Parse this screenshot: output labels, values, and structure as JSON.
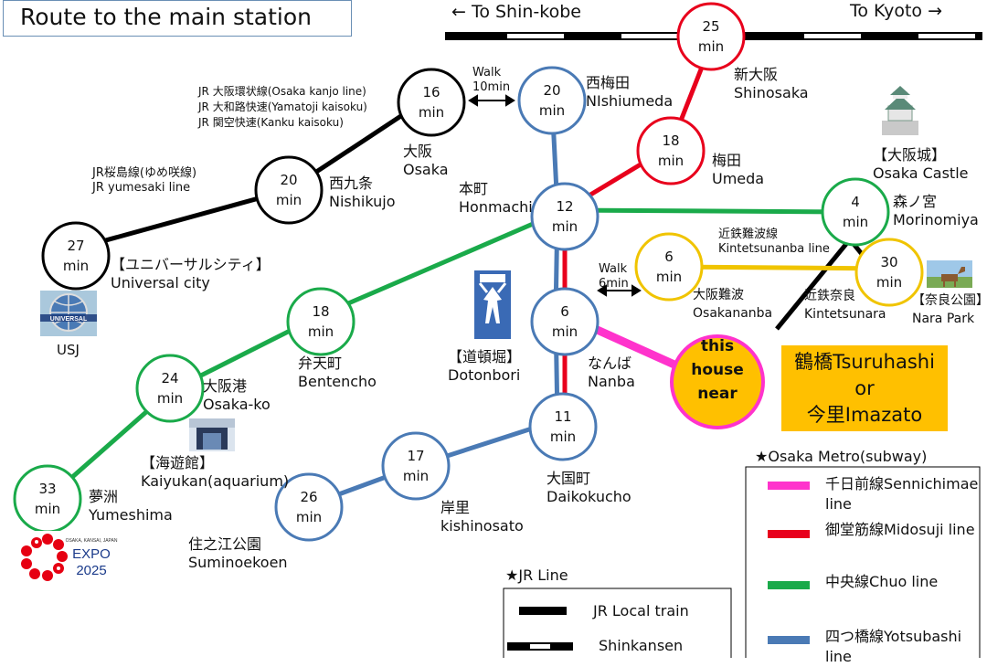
{
  "title": "Route to the main station",
  "shinkansen": {
    "left": "← To Shin-kobe",
    "right": "To Kyoto →"
  },
  "stations": {
    "shinosaka": {
      "mins": "25\nmin",
      "ja": "新大阪",
      "en": "Shinosaka"
    },
    "nishiumeda": {
      "mins": "20\nmin",
      "ja": "西梅田",
      "en": "NIshiumeda"
    },
    "osaka": {
      "mins": "16\nmin",
      "ja": "大阪",
      "en": "Osaka"
    },
    "umeda": {
      "mins": "18\nmin",
      "ja": "梅田",
      "en": "Umeda"
    },
    "nishikujo": {
      "mins": "20\nmin",
      "ja": "西九条",
      "en": "Nishikujo"
    },
    "universal": {
      "mins": "27\nmin",
      "ja": "【ユニバーサルシティ】",
      "en": "Universal city",
      "extra": "USJ"
    },
    "honmachi": {
      "mins": "12\nmin",
      "ja": "本町",
      "en": "Honmachi"
    },
    "morinomiya": {
      "mins": "4\nmin",
      "ja": "森ノ宮",
      "en": "Morinomiya"
    },
    "osakanamba": {
      "mins": "6\nmin",
      "ja": "大阪難波",
      "en": "Osakananba"
    },
    "kintetsunara": {
      "mins": "30\nmin",
      "ja": "近鉄奈良",
      "en": "Kintetsunara"
    },
    "nanba": {
      "mins": "6\nmin",
      "ja": "なんば",
      "en": "Nanba"
    },
    "bentencho": {
      "mins": "18\nmin",
      "ja": "弁天町",
      "en": "Bentencho"
    },
    "osakako": {
      "mins": "24\nmin",
      "ja": "大阪港",
      "en": "Osaka-ko"
    },
    "yumeshima": {
      "mins": "33\nmin",
      "ja": "夢洲",
      "en": "Yumeshima"
    },
    "daikokucho": {
      "mins": "11\nmin",
      "ja": "大国町",
      "en": "Daikokucho"
    },
    "kishinosato": {
      "mins": "17\nmin",
      "ja": "岸里",
      "en": "kishinosato"
    },
    "suminoekoen": {
      "mins": "26\nmin",
      "ja": "住之江公園",
      "en": "Suminoekoen"
    }
  },
  "places": {
    "castle": {
      "ja": "【大阪城】",
      "en": "Osaka Castle"
    },
    "nara": {
      "ja": "【奈良公園】",
      "en": "Nara Park"
    },
    "dotonbori": {
      "ja": "【道頓堀】",
      "en": "Dotonbori"
    },
    "kaiyukan": {
      "ja": "【海遊館】",
      "en": "Kaiyukan(aquarium)"
    },
    "expo_year": "2025",
    "expo_word": "EXPO",
    "expo_small": "OSAKA, KANSAI, JAPAN"
  },
  "lines": {
    "jr_osaka": [
      "JR 大阪環状線(Osaka kanjo line)",
      "JR 大和路快速(Yamatoji kaisoku)",
      "JR 関空快速(Kanku kaisoku)"
    ],
    "jr_sakurajima": [
      "JR桜島線(ゆめ咲線)",
      "JR yumesaki line"
    ],
    "kintetsu": [
      "近鉄難波線",
      "Kintetsunanba line"
    ]
  },
  "walks": {
    "nishiumeda": [
      "Walk",
      "10min"
    ],
    "nanba": [
      "Walk",
      "6min"
    ]
  },
  "house": {
    "text": [
      "this",
      "house",
      "near"
    ],
    "stations": [
      "鶴橋Tsuruhashi",
      "or",
      "今里Imazato"
    ]
  },
  "legend": {
    "metro_title": "★Osaka Metro(subway)",
    "metro": [
      {
        "ja": "千日前線",
        "en": "Sennichimae line",
        "color": "#ff33cc"
      },
      {
        "ja": "御堂筋線",
        "en": "Midosuji line",
        "color": "#e8001c"
      },
      {
        "ja": "中央線",
        "en": "Chuo line",
        "color": "#1aaa4a"
      },
      {
        "ja": "四つ橋線",
        "en": "Yotsubashi line",
        "color": "#4a7ab5"
      }
    ],
    "jr_title": "★JR Line",
    "jr": [
      {
        "label": "JR Local train"
      },
      {
        "label": "Shinkansen"
      }
    ]
  },
  "colors": {
    "midosuji": "#e8001c",
    "chuo": "#1aaa4a",
    "yotsubashi": "#4a7ab5",
    "sennichimae": "#ff33cc",
    "kintetsu": "#f0c400",
    "jr": "#000000",
    "house": "#ffc000"
  }
}
